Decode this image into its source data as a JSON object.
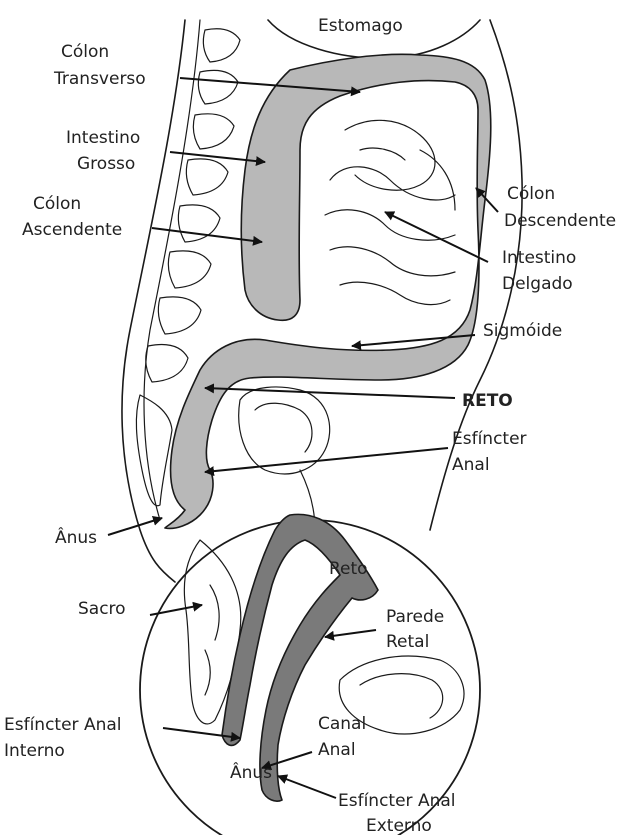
{
  "labels": {
    "estomago": "Estomago",
    "colon_transverso_1": "Cólon",
    "colon_transverso_2": "Transverso",
    "intestino_grosso_1": "Intestino",
    "intestino_grosso_2": "Grosso",
    "colon_ascendente_1": "Cólon",
    "colon_ascendente_2": "Ascendente",
    "colon_descendente_1": "Cólon",
    "colon_descendente_2": "Descendente",
    "intestino_delgado_1": "Intestino",
    "intestino_delgado_2": "Delgado",
    "sigmoide": "Sigmóide",
    "reto_main": "RETO",
    "esfincter_anal_1": "Esfíncter",
    "esfincter_anal_2": "Anal",
    "anus_main": "Ânus",
    "reto_inset": "Reto",
    "parede_retal_1": "Parede",
    "parede_retal_2": "Retal",
    "sacro": "Sacro",
    "esf_interno_1": "Esfíncter Anal",
    "esf_interno_2": "Interno",
    "canal_anal_1": "Canal",
    "canal_anal_2": "Anal",
    "anus_inset": "Ânus",
    "esf_externo_1": "Esfíncter Anal",
    "esf_externo_2": "Externo"
  },
  "colors": {
    "colon_fill": "#b8b8b8",
    "rectal_wall_fill": "#7a7a7a",
    "line": "#1a1a1a"
  }
}
